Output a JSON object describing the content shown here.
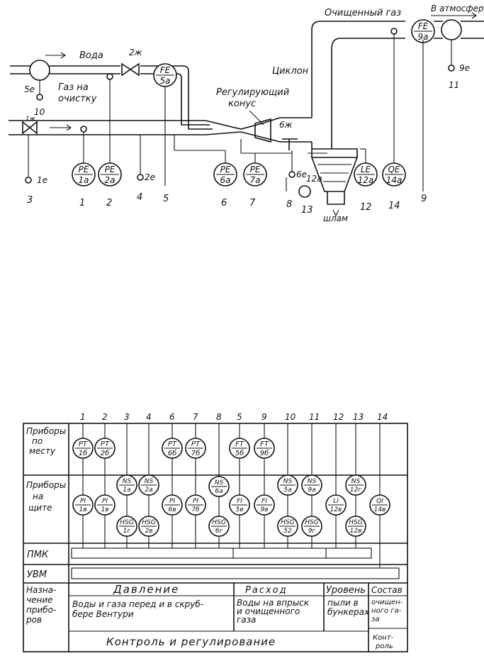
{
  "scheme": {
    "labels": {
      "water": "Вода",
      "gas_to_cleaning": "Газ на\nочистку",
      "cleaned_gas": "Очищенный газ",
      "to_atmosphere": "В атмосферу",
      "cyclone": "Циклон",
      "reg_cone": "Регулирующий\nконус",
      "sludge": "шлам"
    },
    "valves": [
      "1ж",
      "2ж",
      "6ж"
    ],
    "sensors": [
      "5е",
      "1е",
      "2е",
      "6е",
      "9е",
      "12а"
    ],
    "instruments": [
      {
        "top": "PE",
        "bot": "1а"
      },
      {
        "top": "PE",
        "bot": "2а"
      },
      {
        "top": "FE",
        "bot": "5а"
      },
      {
        "top": "PE",
        "bot": "6а"
      },
      {
        "top": "PE",
        "bot": "7а"
      },
      {
        "top": "LE",
        "bot": "12а"
      },
      {
        "top": "QE",
        "bot": "14а"
      },
      {
        "top": "FE",
        "bot": "9а"
      }
    ],
    "loop_numbers": [
      "10",
      "3",
      "1",
      "2",
      "4",
      "5",
      "6",
      "7",
      "8",
      "13",
      "12",
      "14",
      "9",
      "11"
    ]
  },
  "table": {
    "row_labels": {
      "local": "Приборы\nпо\nместу",
      "panel": "Приборы\nна\nщите",
      "pmk": "ПМК",
      "uvm": "УВМ",
      "purpose": "Назна-\nчение\nприбо-\nров"
    },
    "columns": [
      "1",
      "2",
      "3",
      "4",
      "6",
      "7",
      "8",
      "5",
      "9",
      "10",
      "11",
      "12",
      "13",
      "14"
    ],
    "local_instruments": [
      {
        "top": "PT",
        "bot": "1б"
      },
      {
        "top": "PT",
        "bot": "2б"
      },
      {
        "top": "PT",
        "bot": "6б"
      },
      {
        "top": "PT",
        "bot": "7б"
      },
      {
        "top": "FT",
        "bot": "5б"
      },
      {
        "top": "FT",
        "bot": "9б"
      }
    ],
    "panel_instruments": [
      {
        "top": "PI",
        "bot": "1в"
      },
      {
        "top": "PI",
        "bot": "1в"
      },
      {
        "top": "NS",
        "bot": "1а"
      },
      {
        "top": "NS",
        "bot": "2а"
      },
      {
        "top": "HSG",
        "bot": "1г"
      },
      {
        "top": "HSG",
        "bot": "2в"
      },
      {
        "top": "PI",
        "bot": "6в"
      },
      {
        "top": "PI",
        "bot": "7б"
      },
      {
        "top": "NS",
        "bot": "6а"
      },
      {
        "top": "HSG",
        "bot": "6г"
      },
      {
        "top": "FI",
        "bot": "5в"
      },
      {
        "top": "FI",
        "bot": "9в"
      },
      {
        "top": "NS",
        "bot": "5а"
      },
      {
        "top": "NS",
        "bot": "9а"
      },
      {
        "top": "HSG",
        "bot": "52"
      },
      {
        "top": "HSG",
        "bot": "9г"
      },
      {
        "top": "LI",
        "bot": "12в"
      },
      {
        "top": "NS",
        "bot": "12г"
      },
      {
        "top": "HSG",
        "bot": "12в"
      },
      {
        "top": "QI",
        "bot": "14в"
      }
    ],
    "purpose": {
      "pressure_head": "Давление",
      "pressure_text": "Воды и газа перед и в скруб-\nбере Вентури",
      "flow_head": "Расход",
      "flow_text": "Воды на впрыск\nи очищенного\nгаза",
      "level_head": "Уровень",
      "level_text": "пыли в\nбункерах",
      "comp_head": "Состав",
      "comp_text": "очищен-\nного га-\nза",
      "control_text": "Контроль и регулирование",
      "control_short": "Конт-\nроль"
    }
  }
}
